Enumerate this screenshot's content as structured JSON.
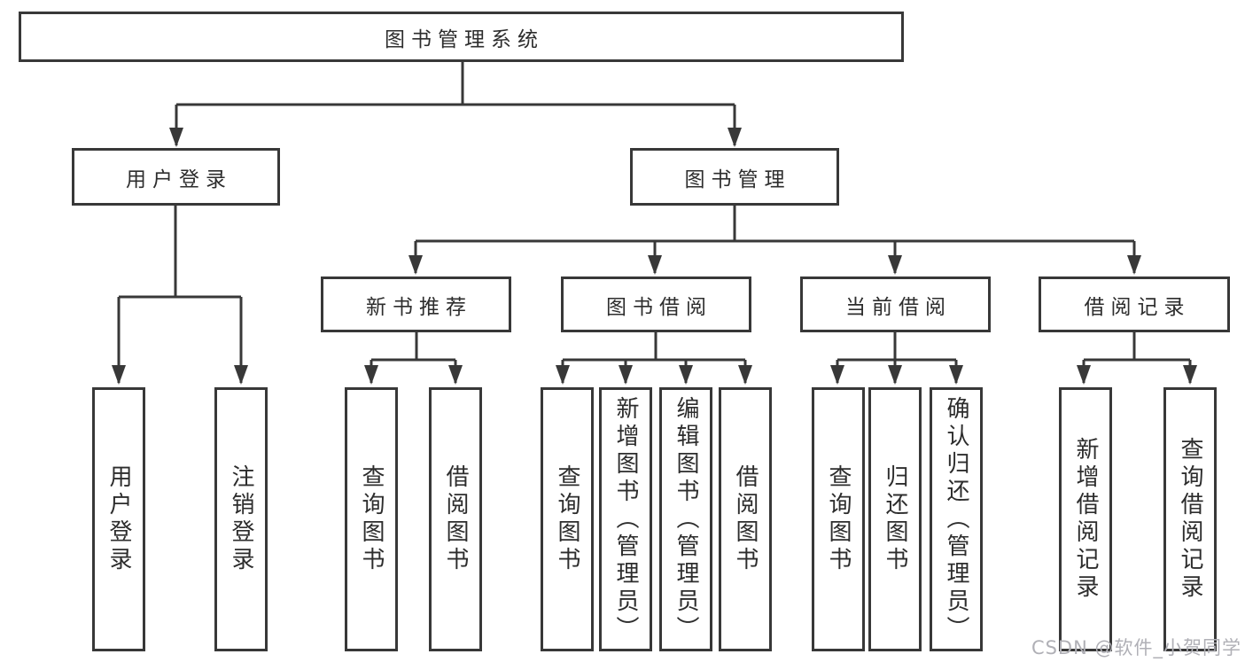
{
  "root": {
    "label": "图书管理系统"
  },
  "level2": {
    "user_login": {
      "label": "用户登录"
    },
    "book_management": {
      "label": "图书管理"
    }
  },
  "level3": [
    {
      "label": "新书推荐"
    },
    {
      "label": "图书借阅"
    },
    {
      "label": "当前借阅"
    },
    {
      "label": "借阅记录"
    }
  ],
  "user_login_children": [
    {
      "label": "用户登录"
    },
    {
      "label": "注销登录"
    }
  ],
  "new_book_children": [
    {
      "label": "查询图书"
    },
    {
      "label": "借阅图书"
    }
  ],
  "book_borrow_children": [
    {
      "label": "查询图书"
    },
    {
      "label": "新增图书（管理员）"
    },
    {
      "label": "编辑图书（管理员）"
    },
    {
      "label": "借阅图书"
    }
  ],
  "current_borrow_children": [
    {
      "label": "查询图书"
    },
    {
      "label": "归还图书"
    },
    {
      "label": "确认归还（管理员）"
    }
  ],
  "record_children": [
    {
      "label": "新增借阅记录"
    },
    {
      "label": "查询借阅记录"
    }
  ],
  "watermark": "CSDN @软件_小贺同学",
  "colors": {
    "line": "#383838",
    "text": "#2d2d2d",
    "background": "#ffffff",
    "watermark": "#b0b0b6"
  }
}
